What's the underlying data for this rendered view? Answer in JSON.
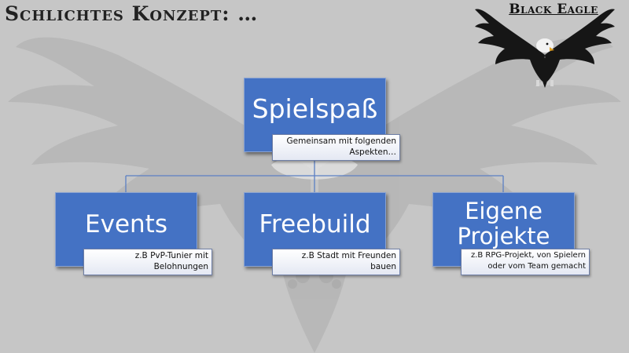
{
  "slide": {
    "title": "Schlichtes Konzept: …",
    "logo": {
      "label": "Black Eagle",
      "icon": "eagle-icon"
    },
    "colors": {
      "background": "#c6c6c6",
      "node": "#4472c4",
      "connector": "#5b7fc4"
    }
  },
  "diagram": {
    "root": {
      "label": "Spielspaß",
      "note": [
        "Gemeinsam mit folgenden",
        "Aspekten…"
      ]
    },
    "children": [
      {
        "label": [
          "Events"
        ],
        "note": [
          "z.B PvP-Tunier mit",
          "Belohnungen"
        ]
      },
      {
        "label": [
          "Freebuild"
        ],
        "note": [
          "z.B Stadt mit Freunden",
          "bauen"
        ]
      },
      {
        "label": [
          "Eigene",
          "Projekte"
        ],
        "note": [
          "z.B RPG-Projekt, von Spielern",
          "oder vom Team gemacht"
        ]
      }
    ]
  }
}
